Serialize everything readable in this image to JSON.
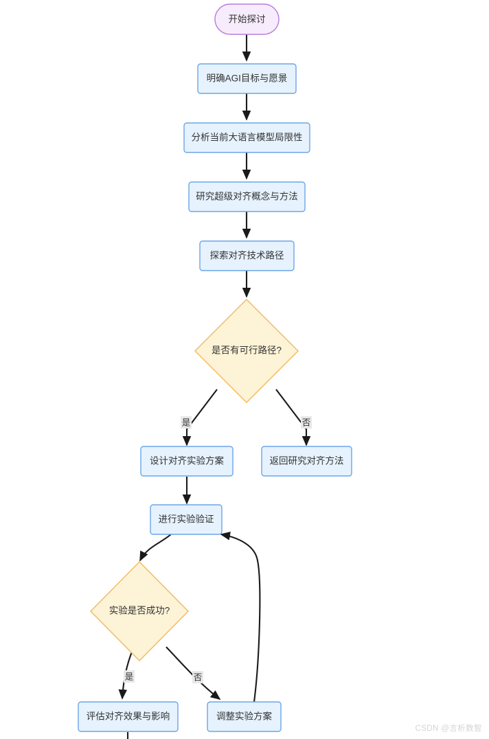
{
  "diagram": {
    "type": "flowchart",
    "direction": "top-to-bottom",
    "background_color": "#ffffff",
    "title_visible": false,
    "palette": {
      "process_fill": "#e6f2fd",
      "process_stroke": "#6ba5e7",
      "start_fill": "#f6ecfb",
      "start_stroke": "#b87fdb",
      "decision_fill": "#fdf3d7",
      "decision_stroke": "#f2b95c",
      "edge_color": "#1a1a1a",
      "text_color": "#333333",
      "edge_label_bg": "#e8e8e8"
    },
    "nodes": [
      {
        "id": "n1",
        "label": "开始探讨",
        "shape": "stadium"
      },
      {
        "id": "n2",
        "label": "明确AGI目标与愿景",
        "shape": "rect"
      },
      {
        "id": "n3",
        "label": "分析当前大语言模型局限性",
        "shape": "rect"
      },
      {
        "id": "n4",
        "label": "研究超级对齐概念与方法",
        "shape": "rect"
      },
      {
        "id": "n5",
        "label": "探索对齐技术路径",
        "shape": "rect"
      },
      {
        "id": "n6",
        "label": "是否有可行路径?",
        "shape": "diamond"
      },
      {
        "id": "n7",
        "label": "设计对齐实验方案",
        "shape": "rect"
      },
      {
        "id": "n8",
        "label": "返回研究对齐方法",
        "shape": "rect"
      },
      {
        "id": "n9",
        "label": "进行实验验证",
        "shape": "rect"
      },
      {
        "id": "n10",
        "label": "实验是否成功?",
        "shape": "diamond"
      },
      {
        "id": "n11",
        "label": "评估对齐效果与影响",
        "shape": "rect"
      },
      {
        "id": "n12",
        "label": "调整实验方案",
        "shape": "rect"
      }
    ],
    "edges": [
      {
        "from": "n1",
        "to": "n2",
        "label": ""
      },
      {
        "from": "n2",
        "to": "n3",
        "label": ""
      },
      {
        "from": "n3",
        "to": "n4",
        "label": ""
      },
      {
        "from": "n4",
        "to": "n5",
        "label": ""
      },
      {
        "from": "n5",
        "to": "n6",
        "label": ""
      },
      {
        "from": "n6",
        "to": "n7",
        "label": "是"
      },
      {
        "from": "n6",
        "to": "n8",
        "label": "否"
      },
      {
        "from": "n7",
        "to": "n9",
        "label": ""
      },
      {
        "from": "n9",
        "to": "n10",
        "label": ""
      },
      {
        "from": "n10",
        "to": "n11",
        "label": "是"
      },
      {
        "from": "n10",
        "to": "n12",
        "label": "否"
      },
      {
        "from": "n12",
        "to": "n9",
        "label": ""
      },
      {
        "from": "n11",
        "to": "offscreen",
        "label": ""
      }
    ],
    "edge_labels": {
      "yes": "是",
      "no": "否"
    }
  },
  "watermark": {
    "text": "CSDN @言析数智"
  }
}
